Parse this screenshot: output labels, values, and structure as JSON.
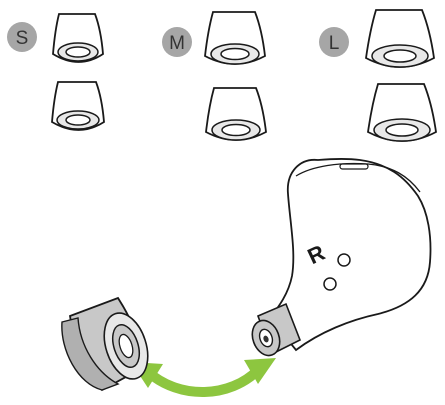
{
  "size_labels": [
    {
      "id": "small",
      "text": "S"
    },
    {
      "id": "medium",
      "text": "M"
    },
    {
      "id": "large",
      "text": "L"
    }
  ],
  "earbud_side_label": "R",
  "colors": {
    "badge_fill": "#a6a6a6",
    "badge_text": "#333333",
    "outline": "#1a1a1a",
    "tip_inner": "#e8e8e8",
    "tip_body": "#ffffff",
    "tip_gray": "#c8c8c8",
    "arrow": "#8dc63f"
  },
  "icons": [
    "ear-tip-icon",
    "earbud-icon",
    "swap-arrow-icon"
  ]
}
